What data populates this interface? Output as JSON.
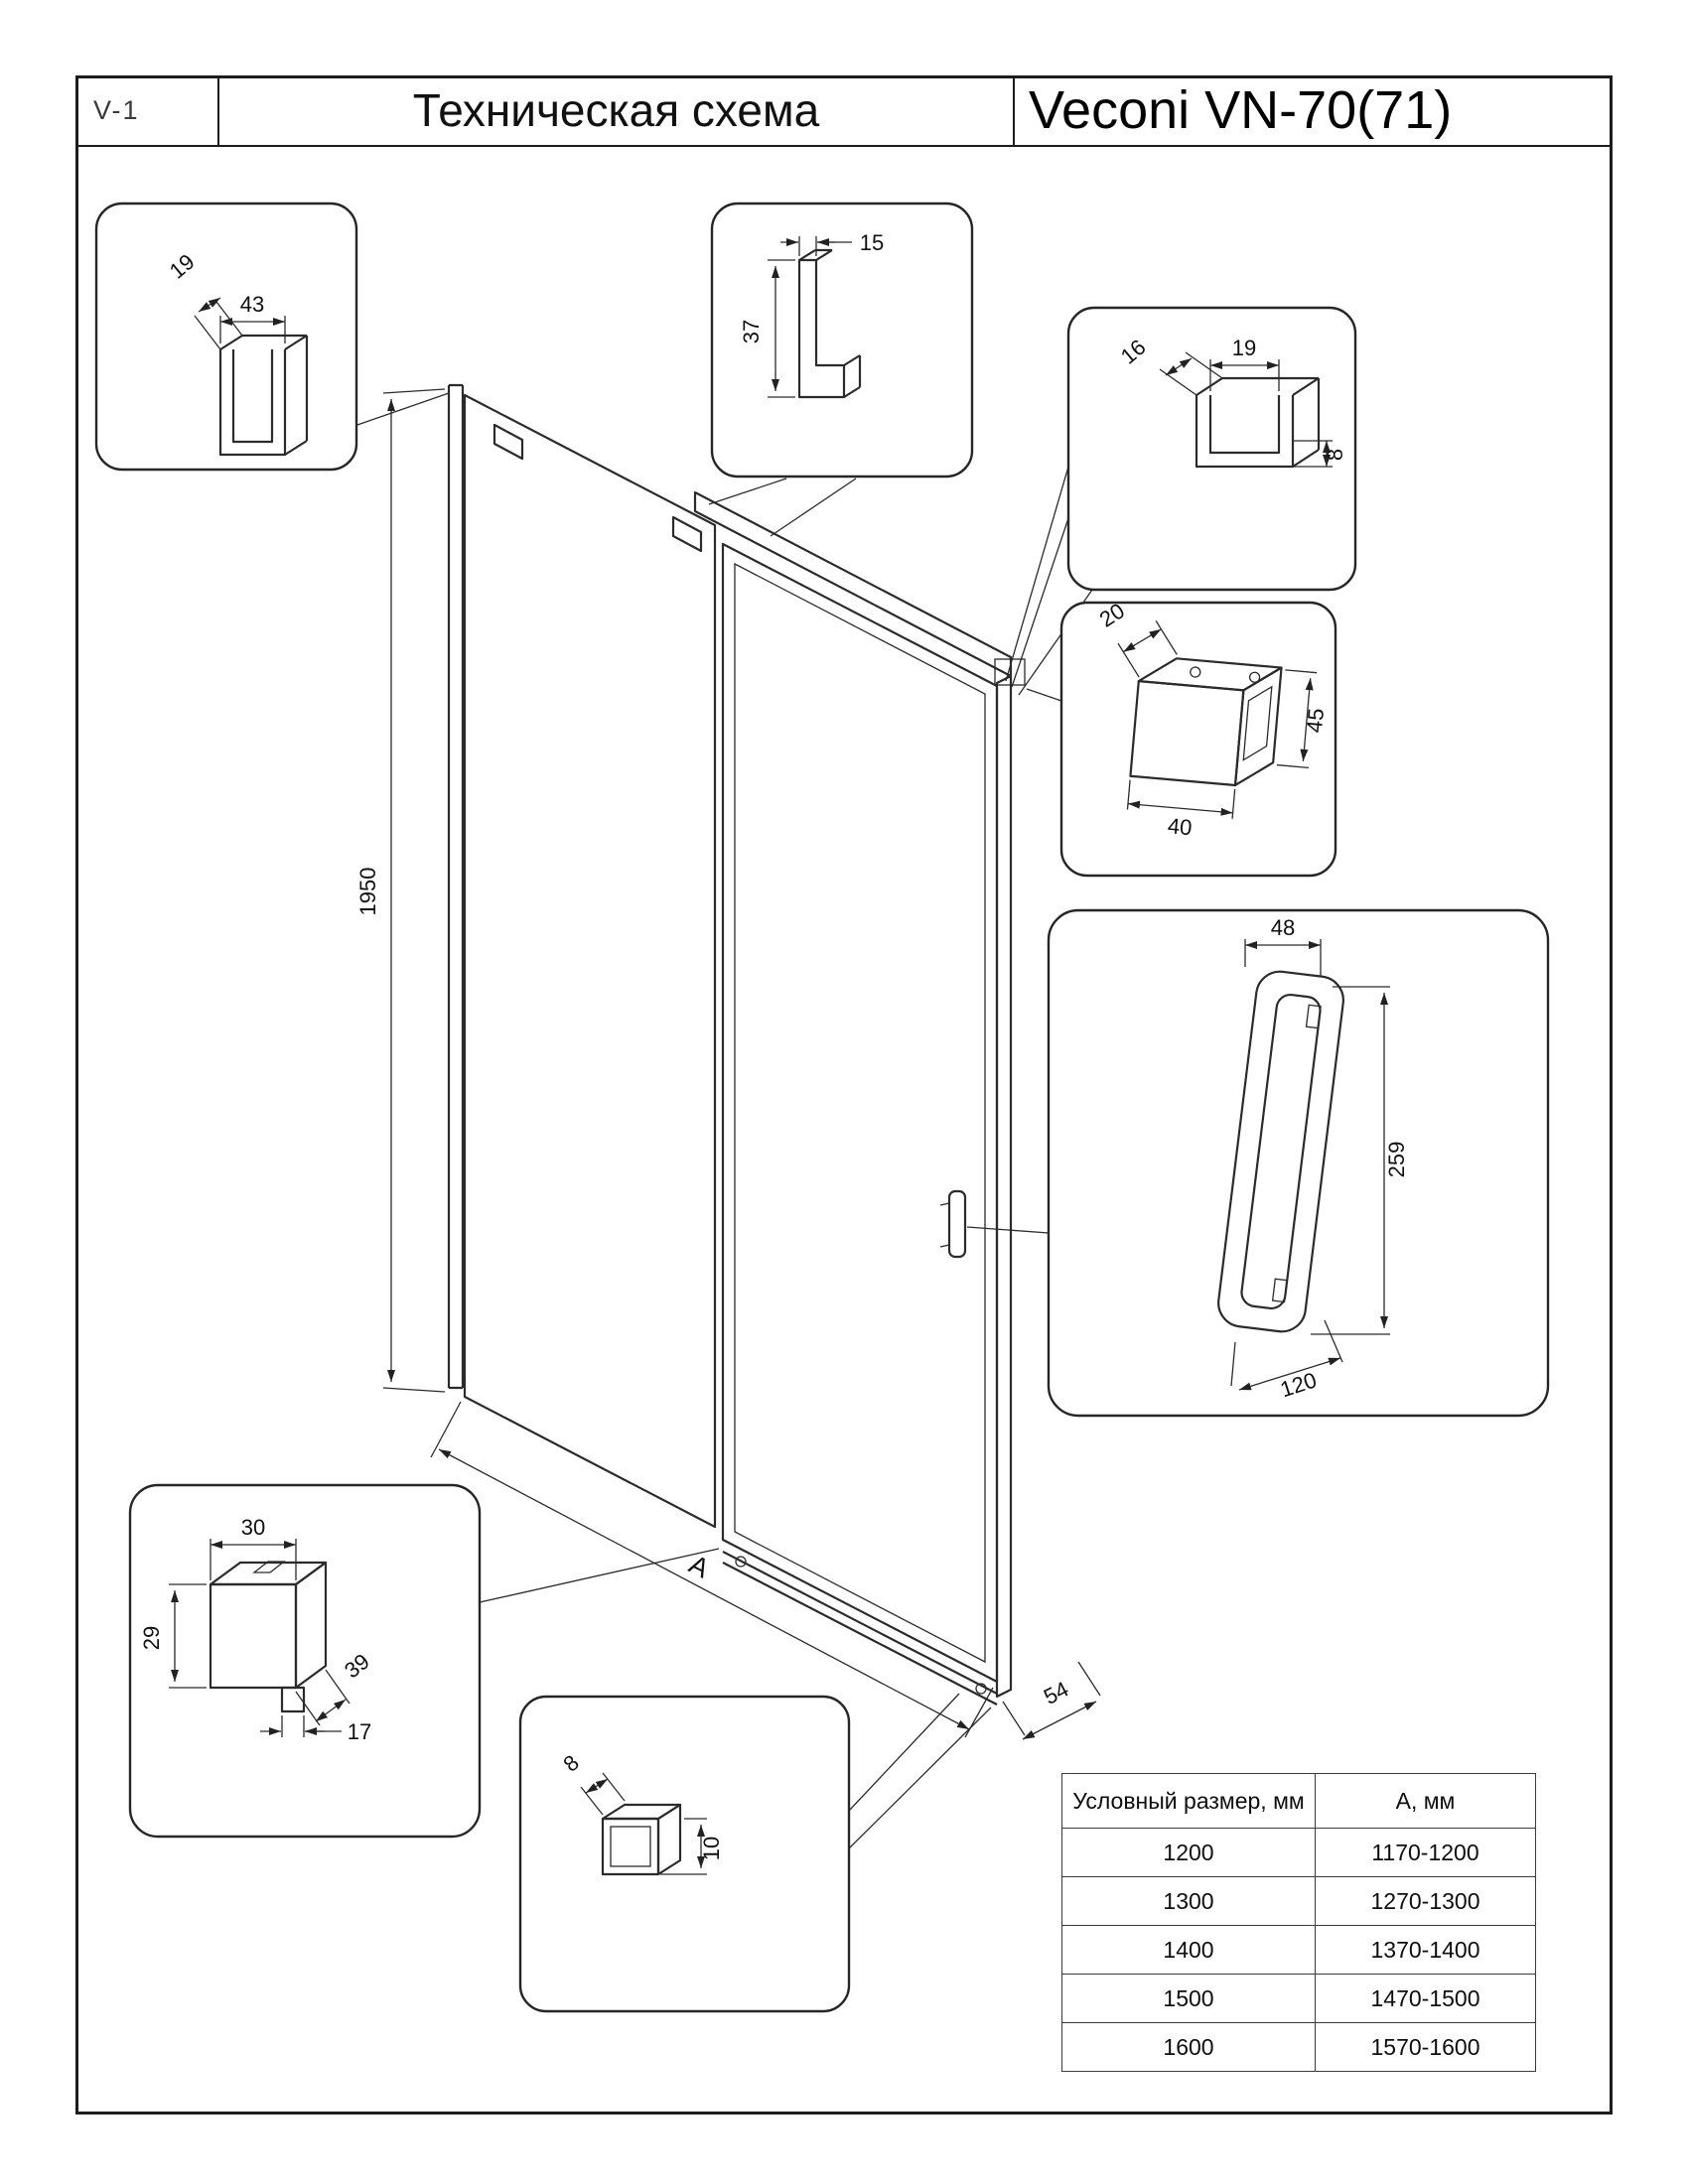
{
  "header": {
    "rev": "V-1",
    "title": "Техническая схема",
    "model": "Veconi VN-70(71)"
  },
  "main_dims": {
    "height": "1950",
    "width_label": "А",
    "depth": "54"
  },
  "callouts": {
    "wall_profile": {
      "d19": "19",
      "d43": "43"
    },
    "top_profile": {
      "d15": "15",
      "d37": "37"
    },
    "top_channel": {
      "d16": "16",
      "d19": "19",
      "d8": "8"
    },
    "bracket": {
      "d20": "20",
      "d45": "45",
      "d40": "40"
    },
    "handle": {
      "d48": "48",
      "d259": "259",
      "d120": "120"
    },
    "roller": {
      "d30": "30",
      "d29": "29",
      "d39": "39",
      "d17": "17"
    },
    "bottom_profile": {
      "d8": "8",
      "d10": "10"
    }
  },
  "table": {
    "headers": [
      "Условный размер, мм",
      "А, мм"
    ],
    "rows": [
      [
        "1200",
        "1170-1200"
      ],
      [
        "1300",
        "1270-1300"
      ],
      [
        "1400",
        "1370-1400"
      ],
      [
        "1500",
        "1470-1500"
      ],
      [
        "1600",
        "1570-1600"
      ]
    ]
  }
}
